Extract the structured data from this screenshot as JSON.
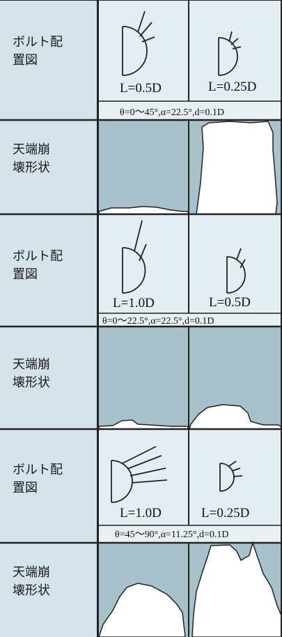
{
  "rows": [
    {
      "label": "ボルト配\n置図",
      "left_caption": "L=0.5D",
      "right_caption": "L=0.25D",
      "params": "θ=0～45°,α=22.5°,d=0.1D"
    },
    {
      "label": "天端崩\n壊形状"
    },
    {
      "label": "ボルト配\n置図",
      "left_caption": "L=1.0D",
      "right_caption": "L=0.5D",
      "params": "θ=0～22.5°,α=22.5°,d=0.1D"
    },
    {
      "label": "天端崩\n壊形状"
    },
    {
      "label": "ボルト配\n置図",
      "left_caption": "L=1.0D",
      "right_caption": "L=0.25D",
      "params": "θ=45～90°,α=11.25°,d=0.1D"
    },
    {
      "label": "天端崩\n壊形状"
    }
  ],
  "colors": {
    "label_bg": "#d4e2e9",
    "shaded_bg": "#a8c2cc",
    "line": "#222222"
  }
}
